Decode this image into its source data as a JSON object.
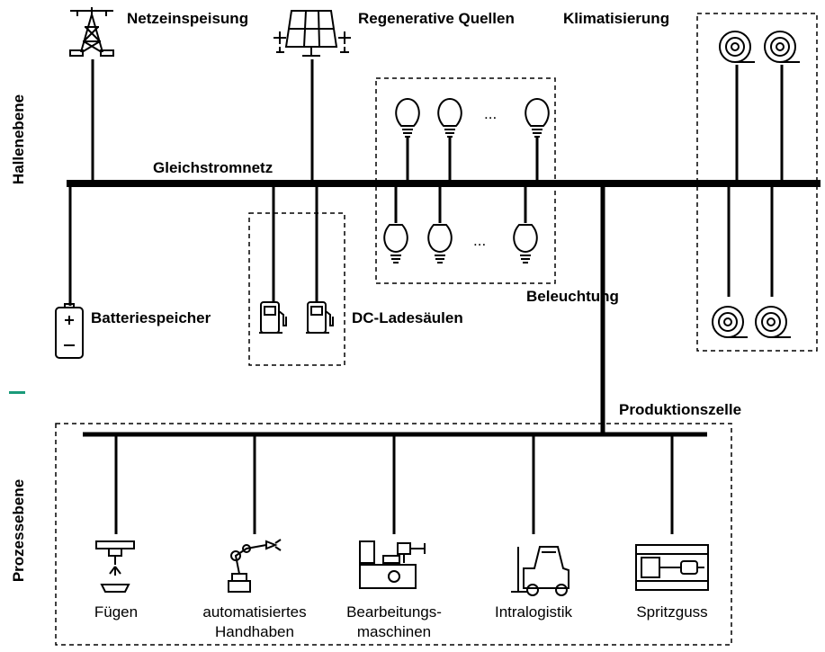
{
  "levels": {
    "hall": "Hallenebene",
    "process": "Prozessebene"
  },
  "labels": {
    "grid_feed": "Netzeinspeisung",
    "renewables": "Regenerative Quellen",
    "climate": "Klimatisierung",
    "dc_grid": "Gleichstromnetz",
    "battery": "Batteriespeicher",
    "dc_chargers": "DC-Ladesäulen",
    "lighting": "Beleuchtung",
    "ellipsis": "...",
    "production_cell": "Produktionszelle"
  },
  "processes": [
    {
      "icon": "joining-icon",
      "lines": [
        "Fügen"
      ]
    },
    {
      "icon": "robot-arm-icon",
      "lines": [
        "automatisiertes",
        "Handhaben"
      ]
    },
    {
      "icon": "machine-tool-icon",
      "lines": [
        "Bearbeitungs-",
        "maschinen"
      ]
    },
    {
      "icon": "forklift-icon",
      "lines": [
        "Intralogistik"
      ]
    },
    {
      "icon": "injection-molding-icon",
      "lines": [
        "Spritzguss"
      ]
    }
  ],
  "colors": {
    "line": "#000000",
    "accent": "#1a9a7a"
  }
}
